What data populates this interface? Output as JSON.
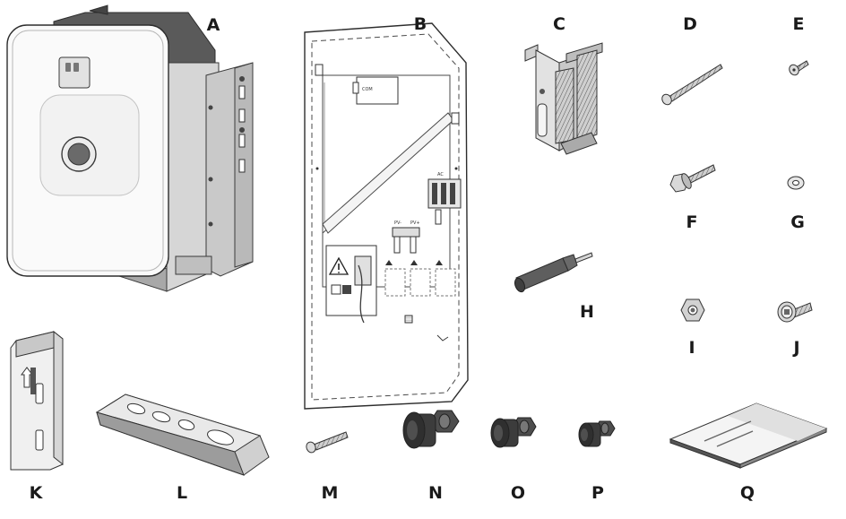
{
  "labels": {
    "A": "A",
    "B": "B",
    "C": "C",
    "D": "D",
    "E": "E",
    "F": "F",
    "G": "G",
    "H": "H",
    "I": "I",
    "J": "J",
    "K": "K",
    "L": "L",
    "M": "M",
    "N": "N",
    "O": "O",
    "P": "P",
    "Q": "Q"
  },
  "mounting_plate": {
    "com": "COM",
    "ac": "AC",
    "pv_minus": "PV-",
    "pv_plus": "PV+"
  },
  "colors": {
    "line": "#3a3a3a",
    "light_gray": "#d9d9d9",
    "mid_gray": "#9a9a9a",
    "dark_gray": "#4a4a4a"
  }
}
